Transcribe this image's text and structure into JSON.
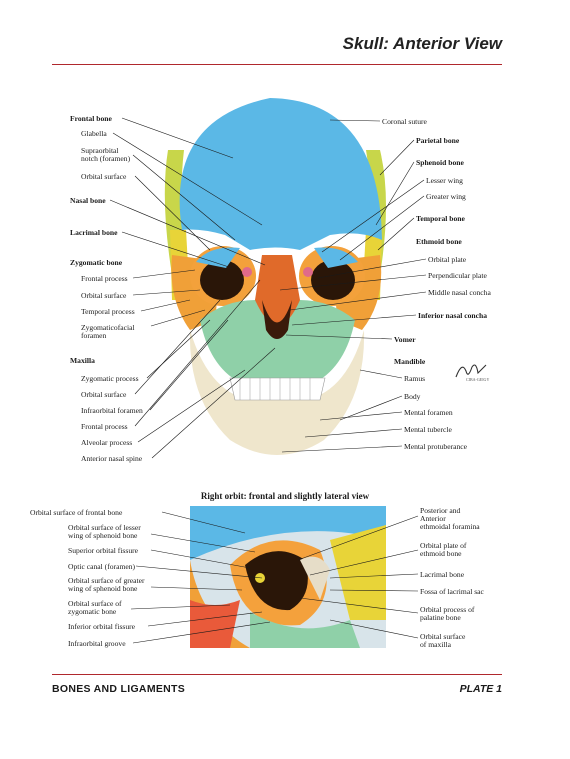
{
  "header": {
    "title": "Skull: Anterior View"
  },
  "footer": {
    "left": "BONES AND LIGAMENTS",
    "right": "PLATE 1"
  },
  "main_figure": {
    "left_labels": [
      {
        "text": "Frontal bone",
        "bold": true
      },
      {
        "text": "Glabella",
        "bold": false
      },
      {
        "text": "Supraorbital",
        "bold": false
      },
      {
        "text": "notch (foramen)",
        "bold": false
      },
      {
        "text": "Orbital surface",
        "bold": false
      },
      {
        "text": "Nasal bone",
        "bold": true
      },
      {
        "text": "Lacrimal bone",
        "bold": true
      },
      {
        "text": "Zygomatic bone",
        "bold": true
      },
      {
        "text": "Frontal process",
        "bold": false
      },
      {
        "text": "Orbital surface",
        "bold": false
      },
      {
        "text": "Temporal process",
        "bold": false
      },
      {
        "text": "Zygomaticofacial",
        "bold": false
      },
      {
        "text": "foramen",
        "bold": false
      },
      {
        "text": "Maxilla",
        "bold": true
      },
      {
        "text": "Zygomatic process",
        "bold": false
      },
      {
        "text": "Orbital surface",
        "bold": false
      },
      {
        "text": "Infraorbital foramen",
        "bold": false
      },
      {
        "text": "Frontal process",
        "bold": false
      },
      {
        "text": "Alveolar process",
        "bold": false
      },
      {
        "text": "Anterior nasal spine",
        "bold": false
      }
    ],
    "right_labels": [
      {
        "text": "Coronal suture",
        "bold": false
      },
      {
        "text": "Parietal bone",
        "bold": true
      },
      {
        "text": "Sphenoid bone",
        "bold": true
      },
      {
        "text": "Lesser wing",
        "bold": false
      },
      {
        "text": "Greater wing",
        "bold": false
      },
      {
        "text": "Temporal bone",
        "bold": true
      },
      {
        "text": "Ethmoid bone",
        "bold": true
      },
      {
        "text": "Orbital plate",
        "bold": false
      },
      {
        "text": "Perpendicular plate",
        "bold": false
      },
      {
        "text": "Middle nasal concha",
        "bold": false
      },
      {
        "text": "Inferior nasal concha",
        "bold": true
      },
      {
        "text": "Vomer",
        "bold": true
      },
      {
        "text": "Mandible",
        "bold": true
      },
      {
        "text": "Ramus",
        "bold": false
      },
      {
        "text": "Body",
        "bold": false
      },
      {
        "text": "Mental foramen",
        "bold": false
      },
      {
        "text": "Mental tubercle",
        "bold": false
      },
      {
        "text": "Mental protuberance",
        "bold": false
      }
    ]
  },
  "orbit_figure": {
    "subtitle": "Right orbit: frontal and slightly lateral view",
    "left_labels": [
      "Orbital surface of frontal bone",
      "Orbital surface of lesser",
      "wing of sphenoid bone",
      "Superior orbital fissure",
      "Optic canal (foramen)",
      "Orbital surface of greater",
      "wing of sphenoid bone",
      "Orbital surface of",
      "zygomatic bone",
      "Inferior orbital fissure",
      "Infraorbital groove"
    ],
    "right_labels": [
      "Posterior and",
      "Anterior",
      "ethmoidal foramina",
      "Orbital plate of",
      "ethmoid bone",
      "Lacrimal bone",
      "Fossa of lacrimal sac",
      "Orbital process of",
      "palatine bone",
      "Orbital surface",
      "of maxilla"
    ]
  },
  "signature": {
    "text": "F. Netter M.D."
  },
  "colors": {
    "frontal": "#5bb8e6",
    "parietal": "#c8d64a",
    "sphenoid": "#e8d438",
    "zygomatic": "#f0a038",
    "maxilla": "#8fd0a8",
    "nasal": "#e06a2a",
    "mandible": "#efe6cc",
    "rule": "#b0282d"
  }
}
